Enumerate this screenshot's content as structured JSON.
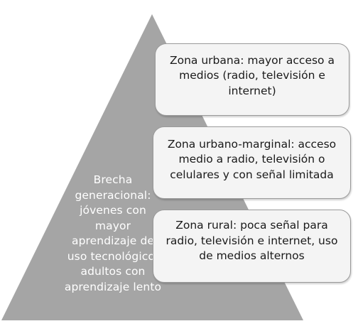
{
  "pyramid": {
    "fill_color": "#a5a5a5",
    "side_label": "Brecha generacional: jóvenes con mayor aprendizaje de uso tecnológico; adultos con aprendizaje lento"
  },
  "zones": [
    {
      "label": "Zona urbana: mayor acceso a medios (radio, televisión e internet)"
    },
    {
      "label": "Zona urbano-marginal: acceso medio a radio, televisión o celulares y con señal limitada"
    },
    {
      "label": "Zona rural: poca señal para radio, televisión e internet, uso de medios alternos"
    }
  ]
}
